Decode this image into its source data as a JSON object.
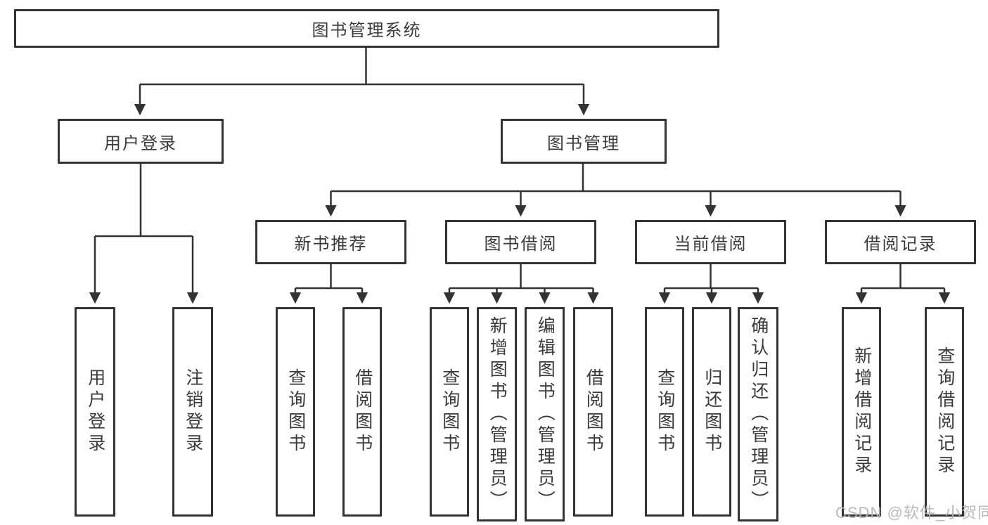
{
  "diagram": {
    "type": "hierarchy-tree",
    "root": "图书管理系统",
    "user": {
      "label": "用户登录",
      "children": [
        "用户登录",
        "注销登录"
      ]
    },
    "book": {
      "label": "图书管理",
      "sections": [
        {
          "label": "新书推荐",
          "children": [
            "查询图书",
            "借阅图书"
          ]
        },
        {
          "label": "图书借阅",
          "children": [
            "查询图书",
            "新增图书（管理员）",
            "编辑图书（管理员）",
            "借阅图书"
          ]
        },
        {
          "label": "当前借阅",
          "children": [
            "查询图书",
            "归还图书",
            "确认归还（管理员）"
          ]
        },
        {
          "label": "借阅记录",
          "children": [
            "新增借阅记录",
            "查询借阅记录"
          ]
        }
      ]
    }
  },
  "watermark": "CSDN @软件_小贺同学",
  "colors": {
    "line": "#333333",
    "border": "#333333",
    "text": "#3a3a3a",
    "background": "#ffffff",
    "watermark": "#b4b4b4"
  }
}
